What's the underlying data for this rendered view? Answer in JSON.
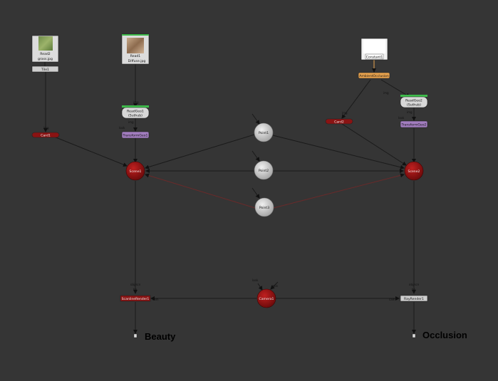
{
  "nodes": {
    "read2": {
      "label": "Read2",
      "sub": "grass.jpg"
    },
    "tile1": {
      "label": "Tile1"
    },
    "read1": {
      "label": "Read1",
      "sub": "Diffuse.jpg"
    },
    "constant1": {
      "label": "Constant1"
    },
    "ambient_occlusion": {
      "label": "AmbientOcclusion"
    },
    "card1": {
      "label": "Card1"
    },
    "card2": {
      "label": "Card2"
    },
    "readgeo1": {
      "label": "ReadGeo1",
      "sub": "(Suthub)"
    },
    "readgeo2": {
      "label": "ReadGeo2",
      "sub": "(Suthub)"
    },
    "transformgeo1": {
      "label": "TransformGeo1"
    },
    "transformgeo2": {
      "label": "TransformGeo2"
    },
    "point1": {
      "label": "Point1"
    },
    "point2": {
      "label": "Point2"
    },
    "point3": {
      "label": "Point3"
    },
    "scene1": {
      "label": "Scene1"
    },
    "scene2": {
      "label": "Scene2"
    },
    "scanline_render1": {
      "label": "ScanlineRender1"
    },
    "ray_render1": {
      "label": "RayRender1"
    },
    "camera1": {
      "label": "Camera1"
    }
  },
  "tags": {
    "img": "img",
    "look": "look",
    "axis": "axis",
    "cam": "cam",
    "obj_scn": "obj/scn",
    "bg": "bg"
  },
  "outputs": {
    "beauty": "Beauty",
    "occlusion": "Occlusion"
  },
  "colors": {
    "background": "#353535",
    "render_node": "#8a1313",
    "point_node": "#c9c9c9",
    "transform_node": "#a27dbf",
    "ambient_node": "#e7a24e",
    "link": "#1a1a1a",
    "link_red": "#6a2a2a"
  }
}
